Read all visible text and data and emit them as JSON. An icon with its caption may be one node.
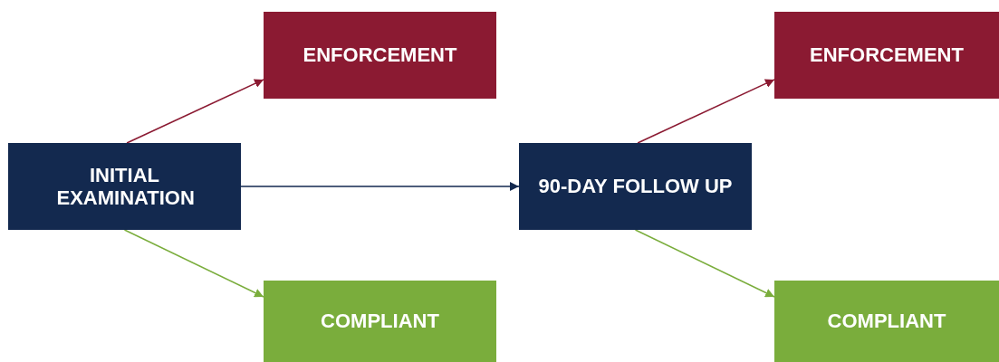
{
  "diagram": {
    "nodes": [
      {
        "text": [
          "ENFORCEMENT"
        ]
      },
      {
        "text": [
          "INITIAL EXAMINATION"
        ]
      },
      {
        "text": [
          "COMPLIANT"
        ]
      },
      {
        "text": [
          "ENFORCEMENT"
        ]
      },
      {
        "text": [
          "90-DAY FOLLOW UP"
        ]
      },
      {
        "text": [
          "COMPLIANT"
        ]
      }
    ],
    "edges": [
      {
        "from": 1,
        "to": 0,
        "arrow": "to",
        "color": "#8b1a32"
      },
      {
        "from": 1,
        "to": 4,
        "arrow": "to",
        "color": "#13294f"
      },
      {
        "from": 1,
        "to": 2,
        "arrow": "to",
        "color": "#7aad3c"
      },
      {
        "from": 4,
        "to": 3,
        "arrow": "to",
        "color": "#8b1a32"
      },
      {
        "from": 4,
        "to": 5,
        "arrow": "to",
        "color": "#7aad3c"
      }
    ]
  }
}
